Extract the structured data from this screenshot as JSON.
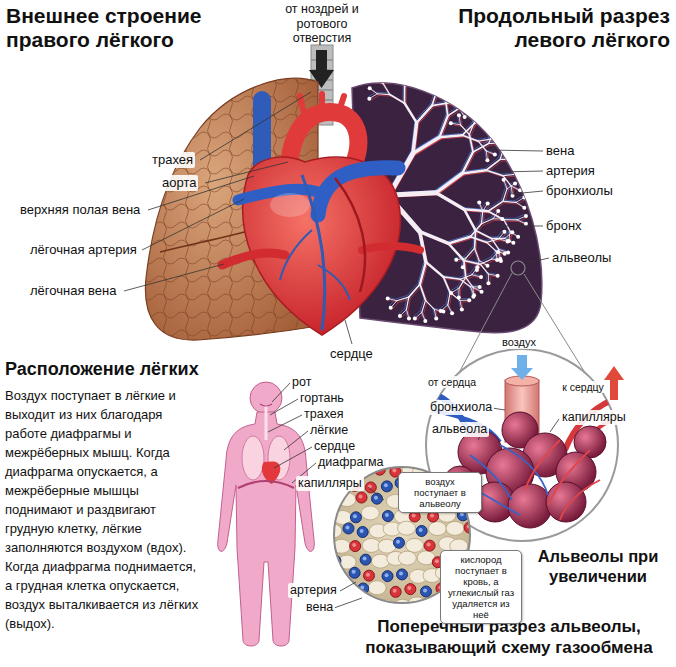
{
  "diagram": {
    "nodes": [
      {
        "text": [
          "воздух поступает в альвеолу"
        ]
      },
      {
        "text": [
          "кислород поступает в кровь, а углекислый газ удаляется из неё"
        ]
      }
    ],
    "labels": [
      "Внешнее строение правого лёгкого",
      "от ноздрей и ротового отверстия",
      "Продольный разрез левого лёгкого",
      "трахея",
      "аорта",
      "верхняя полая вена",
      "лёгочная артерия",
      "лёгочная вена",
      "вена",
      "артерия",
      "бронхиолы",
      "бронх",
      "альвеолы",
      "сердце",
      "Расположение лёгких",
      "Воздух поступает в лёгкие и выходит из них благодаря работе диафрагмы и межрёберных мышц. Когда диафрагма опускается, а межрёберные мышцы поднимают и раздвигают грудную клетку, лёгкие заполняются воздухом (вдох). Когда диафрагма поднимается, а грудная клетка опускается, воздух выталкивается из лёгких (выдох).",
      "рот",
      "гортань",
      "трахея",
      "лёгкие",
      "сердце",
      "диафрагма",
      "капилляры",
      "воздух",
      "от сердца",
      "к сердцу",
      "бронхиола",
      "альвеола",
      "капилляры",
      "артерия",
      "вена",
      "Альвеолы при увеличении",
      "Поперечный разрез альвеолы, показывающий схему газообмена"
    ]
  }
}
